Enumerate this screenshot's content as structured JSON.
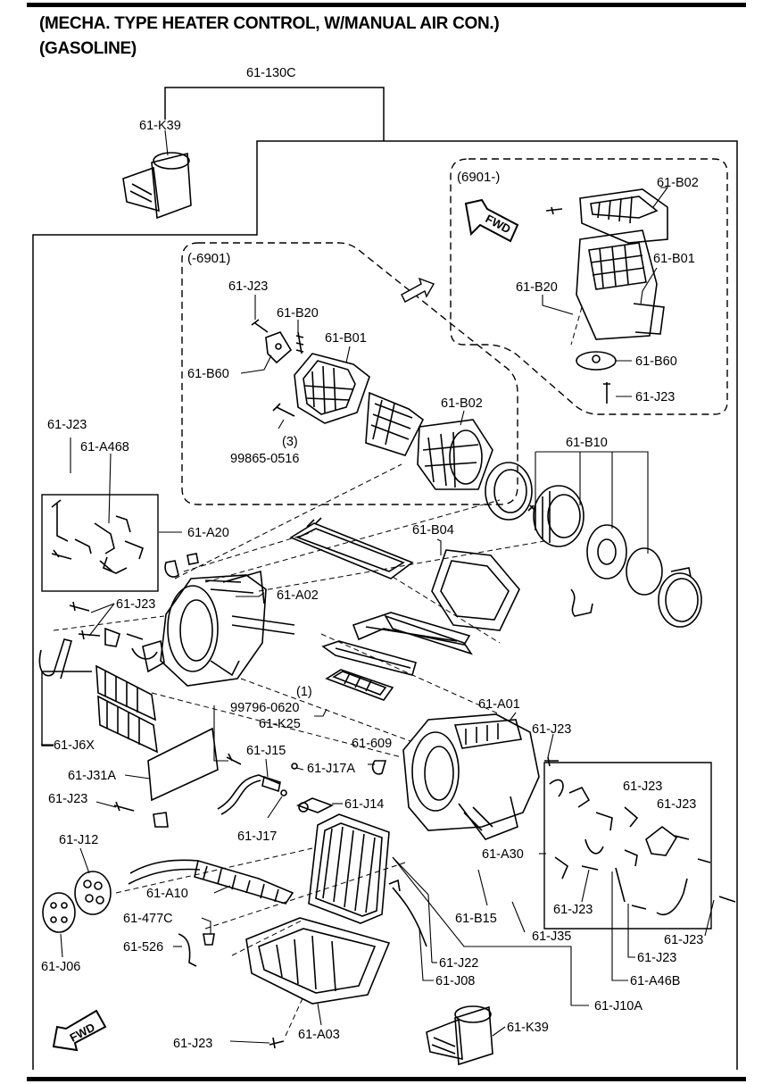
{
  "header": {
    "line1": "(MECHA. TYPE HEATER CONTROL, W/MANUAL AIR CON.)",
    "line2": "(GASOLINE)"
  },
  "insets": {
    "right_label": "(6901-)",
    "left_label": "(-6901)"
  },
  "fwd_label": "FWD",
  "parts": {
    "p130c": "61-130C",
    "k39_top": "61-K39",
    "b02_r": "61-B02",
    "b01_r": "61-B01",
    "b20_r": "61-B20",
    "b60_r": "61-B60",
    "j23_r": "61-J23",
    "j23_l": "61-J23",
    "b20_l": "61-B20",
    "b01_l": "61-B01",
    "b60_l": "61-B60",
    "b02_l": "61-B02",
    "bolt_qty": "(3)",
    "bolt_no": "99865-0516",
    "b10": "61-B10",
    "j23_a": "61-J23",
    "a468": "61-A468",
    "a20": "61-A20",
    "b04": "61-B04",
    "a02": "61-A02",
    "j23_b": "61-J23",
    "k25_qty": "(1)",
    "k25_no": "99796-0620",
    "k25": "61-K25",
    "a01": "61-A01",
    "j6x": "61-J6X",
    "j15": "61-J15",
    "p609": "61-609",
    "j23_c": "61-J23",
    "j31a": "61-J31A",
    "j17a": "61-J17A",
    "j23_d": "61-J23",
    "j14": "61-J14",
    "j23_e": "61-J23",
    "j23_f": "61-J23",
    "j17": "61-J17",
    "j12": "61-J12",
    "a30": "61-A30",
    "a10": "61-A10",
    "p477c": "61-477C",
    "b15": "61-B15",
    "j23_g": "61-J23",
    "j35": "61-J35",
    "j23_h": "61-J23",
    "p526": "61-526",
    "j22": "61-J22",
    "j23_i": "61-J23",
    "j06": "61-J06",
    "j08": "61-J08",
    "a46b": "61-A46B",
    "j10a": "61-J10A",
    "k39_bot": "61-K39",
    "j23_j": "61-J23",
    "a03": "61-A03"
  }
}
